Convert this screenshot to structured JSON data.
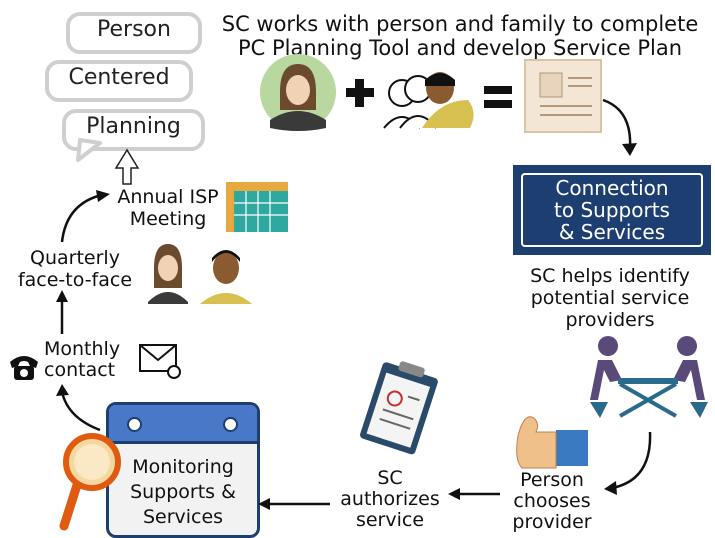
{
  "bubbles": [
    "Person",
    "Centered",
    "Planning"
  ],
  "header": "SC works with person and family to complete PC Planning Tool and develop Service Plan",
  "banner": [
    "Connection",
    "to Supports",
    "& Services"
  ],
  "identify": "SC helps identify potential service providers",
  "chooses": "Person chooses provider",
  "authorizes": "SC authorizes service",
  "monitoring": [
    "Monitoring",
    "Supports &",
    "Services"
  ],
  "monthly": [
    "Monthly",
    "contact"
  ],
  "quarterly": [
    "Quarterly",
    "face-to-face"
  ],
  "annual": [
    "Annual ISP",
    "Meeting"
  ],
  "icons": [
    "woman-avatar-icon",
    "plus-icon",
    "family-icon",
    "equals-icon",
    "document-icon",
    "people-meeting-icon",
    "thumbs-up-icon",
    "clipboard-icon",
    "magnifier-icon",
    "phone-icon",
    "email-icon",
    "calendar-icon"
  ],
  "colors": {
    "navy": "#1d3e70",
    "avatar_green": "#b8d8a0",
    "bubble_gray": "#cfcfcf",
    "meeting_purple": "#5a4a7a"
  }
}
